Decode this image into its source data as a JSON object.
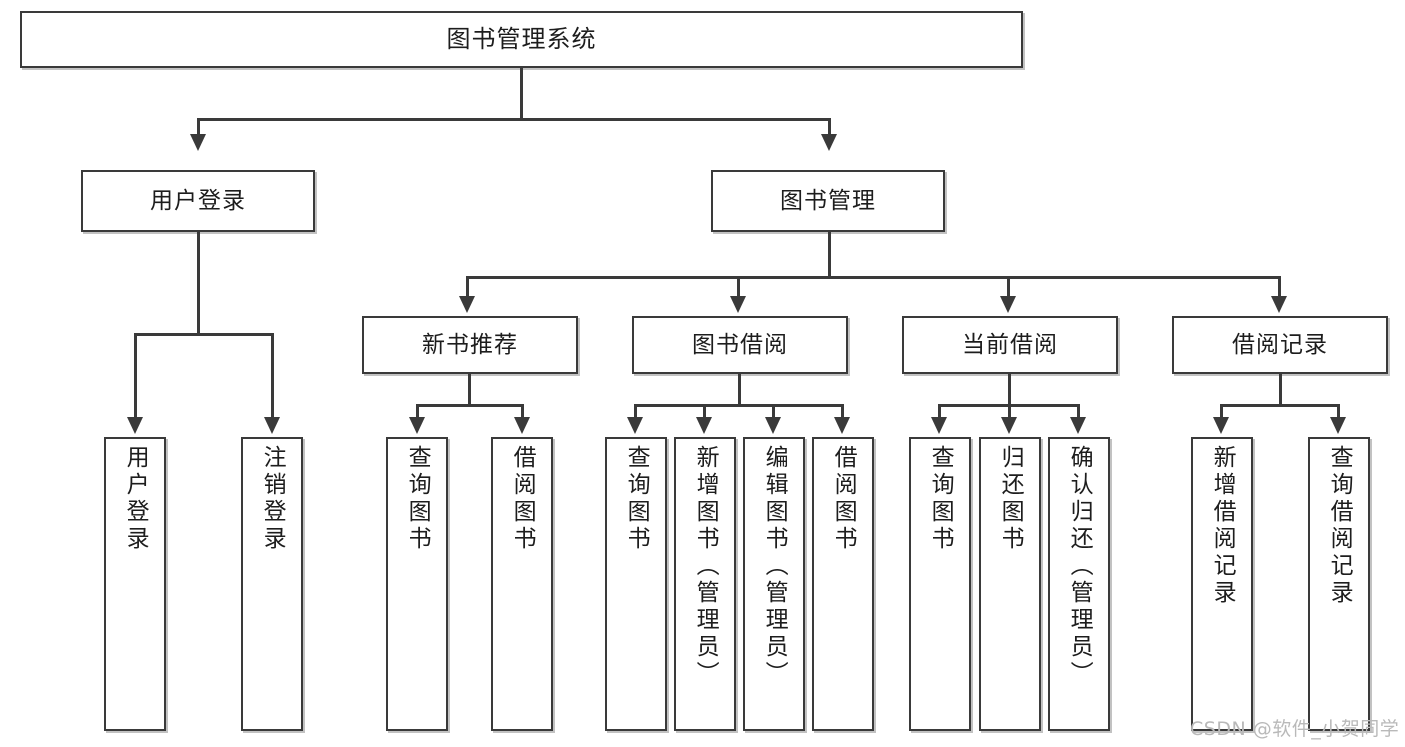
{
  "diagram": {
    "type": "tree",
    "title": "图书管理系统",
    "root": {
      "id": "root",
      "label": "图书管理系统"
    },
    "level2": [
      {
        "id": "user-login",
        "label": "用户登录"
      },
      {
        "id": "book-management",
        "label": "图书管理"
      }
    ],
    "level3": [
      {
        "id": "new-book-recommend",
        "label": "新书推荐",
        "parent": "book-management"
      },
      {
        "id": "book-borrow",
        "label": "图书借阅",
        "parent": "book-management"
      },
      {
        "id": "current-borrow",
        "label": "当前借阅",
        "parent": "book-management"
      },
      {
        "id": "borrow-record",
        "label": "借阅记录",
        "parent": "book-management"
      }
    ],
    "leaves": {
      "user_login": [
        {
          "id": "leaf-user-login",
          "label": "用户登录"
        },
        {
          "id": "leaf-logout-login",
          "label": "注销登录"
        }
      ],
      "new_book_recommend": [
        {
          "id": "leaf-query-book-1",
          "label": "查询图书"
        },
        {
          "id": "leaf-borrow-book-1",
          "label": "借阅图书"
        }
      ],
      "book_borrow": [
        {
          "id": "leaf-query-book-2",
          "label": "查询图书"
        },
        {
          "id": "leaf-add-book",
          "label": "新增图书（管理员）"
        },
        {
          "id": "leaf-edit-book",
          "label": "编辑图书（管理员）"
        },
        {
          "id": "leaf-borrow-book-2",
          "label": "借阅图书"
        }
      ],
      "current_borrow": [
        {
          "id": "leaf-query-book-3",
          "label": "查询图书"
        },
        {
          "id": "leaf-return-book",
          "label": "归还图书"
        },
        {
          "id": "leaf-confirm-return",
          "label": "确认归还（管理员）"
        }
      ],
      "borrow_record": [
        {
          "id": "leaf-add-record",
          "label": "新增借阅记录"
        },
        {
          "id": "leaf-query-record",
          "label": "查询借阅记录"
        }
      ]
    }
  },
  "watermark": {
    "text": "CSDN @软件_小贺同学"
  },
  "colors": {
    "border": "#3a3a3a",
    "background": "#ffffff",
    "text": "#1d1d1d",
    "watermark": "#b9b9b9"
  }
}
